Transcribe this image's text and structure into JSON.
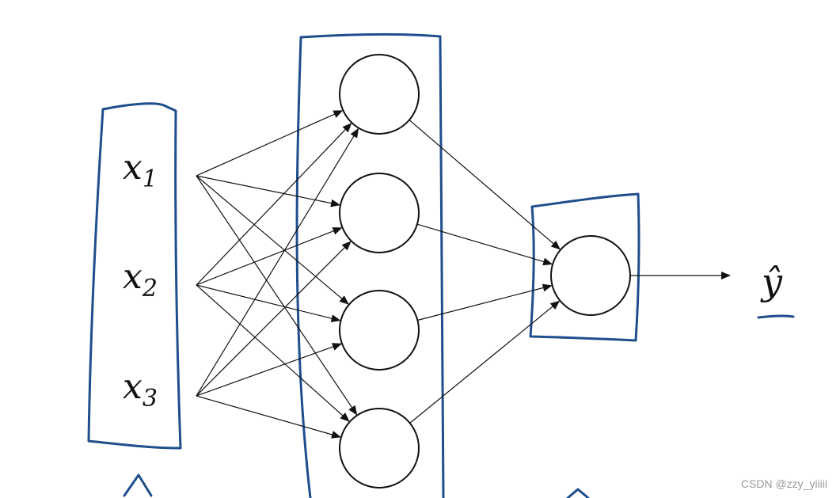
{
  "diagram": {
    "inputs": [
      {
        "var": "x",
        "sub": "1"
      },
      {
        "var": "x",
        "sub": "2"
      },
      {
        "var": "x",
        "sub": "3"
      }
    ],
    "hidden_layer_nodes": 4,
    "output_layer_nodes": 1,
    "output_label": "ŷ",
    "colors": {
      "ink": "#111111",
      "marker": "#1f4e8c",
      "background": "#ffffff"
    }
  },
  "watermark": "CSDN @zzy_yiiiii"
}
